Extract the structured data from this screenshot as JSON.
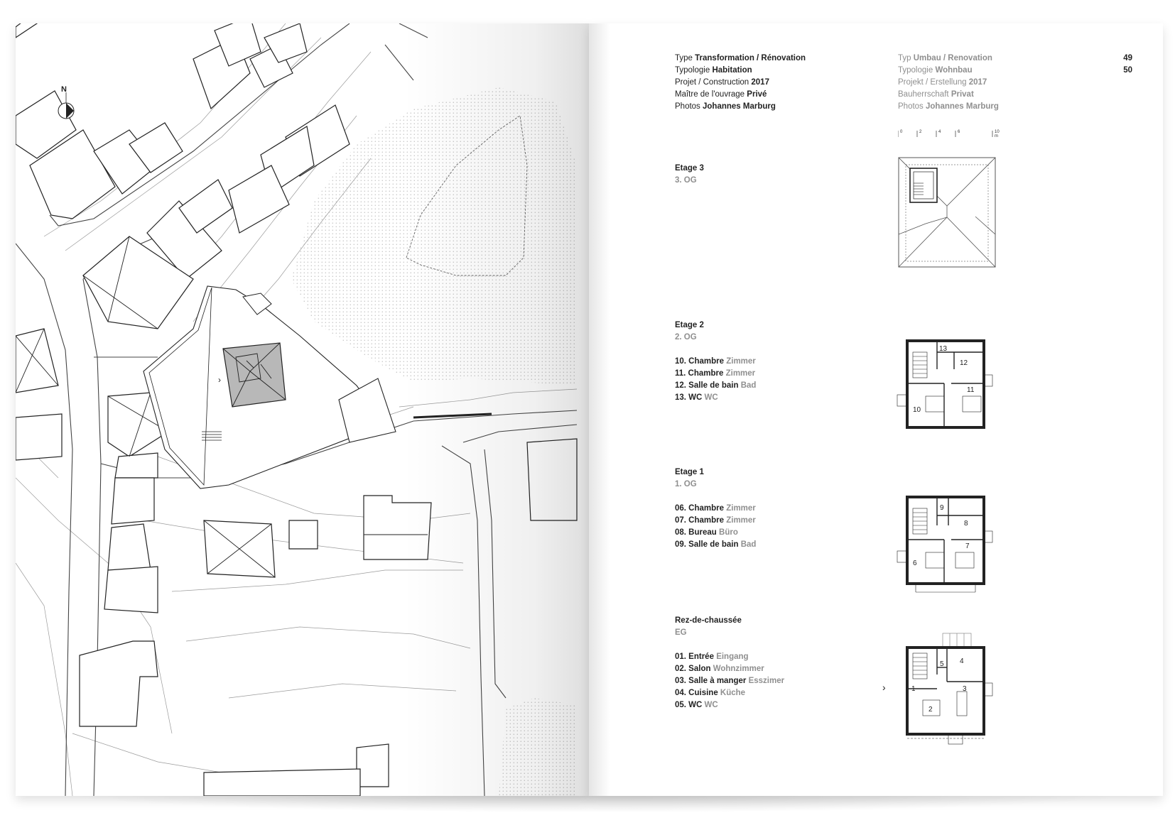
{
  "north_label": "N",
  "meta_fr": [
    {
      "label": "Type",
      "value": "Transformation / Rénovation"
    },
    {
      "label": "Typologie",
      "value": "Habitation"
    },
    {
      "label": "Projet / Construction",
      "value": "2017"
    },
    {
      "label": "Maître de l'ouvrage",
      "value": "Privé"
    },
    {
      "label": "Photos",
      "value": "Johannes Marburg"
    }
  ],
  "meta_de": [
    {
      "label": "Typ",
      "value": "Umbau / Renovation"
    },
    {
      "label": "Typologie",
      "value": "Wohnbau"
    },
    {
      "label": "Projekt / Erstellung",
      "value": "2017"
    },
    {
      "label": "Bauherrschaft",
      "value": "Privat"
    },
    {
      "label": "Photos",
      "value": "Johannes Marburg"
    }
  ],
  "page_numbers": [
    "49",
    "50"
  ],
  "scale_labels": [
    "0",
    "2",
    "4",
    "6",
    "10 m"
  ],
  "floors": [
    {
      "title": "Etage 3",
      "subtitle": "3. OG",
      "rooms": []
    },
    {
      "title": "Etage 2",
      "subtitle": "2. OG",
      "rooms": [
        {
          "fr": "10. Chambre",
          "de": "Zimmer"
        },
        {
          "fr": "11. Chambre",
          "de": "Zimmer"
        },
        {
          "fr": "12. Salle de bain",
          "de": "Bad"
        },
        {
          "fr": "13. WC",
          "de": "WC"
        }
      ]
    },
    {
      "title": "Etage 1",
      "subtitle": "1. OG",
      "rooms": [
        {
          "fr": "06. Chambre",
          "de": "Zimmer"
        },
        {
          "fr": "07. Chambre",
          "de": "Zimmer"
        },
        {
          "fr": "08. Bureau",
          "de": "Büro"
        },
        {
          "fr": "09. Salle de bain",
          "de": "Bad"
        }
      ]
    },
    {
      "title": "Rez-de-chaussée",
      "subtitle": "EG",
      "rooms": [
        {
          "fr": "01. Entrée",
          "de": "Eingang"
        },
        {
          "fr": "02. Salon",
          "de": "Wohnzimmer"
        },
        {
          "fr": "03. Salle à manger",
          "de": "Esszimer"
        },
        {
          "fr": "04. Cuisine",
          "de": "Küche"
        },
        {
          "fr": "05. WC",
          "de": "WC"
        }
      ]
    }
  ],
  "plan_labels": {
    "etage2": [
      "13",
      "12",
      "11",
      "10"
    ],
    "etage1": [
      "9",
      "8",
      "7",
      "6"
    ],
    "rez": [
      "5",
      "4",
      "1",
      "3",
      "2"
    ]
  }
}
